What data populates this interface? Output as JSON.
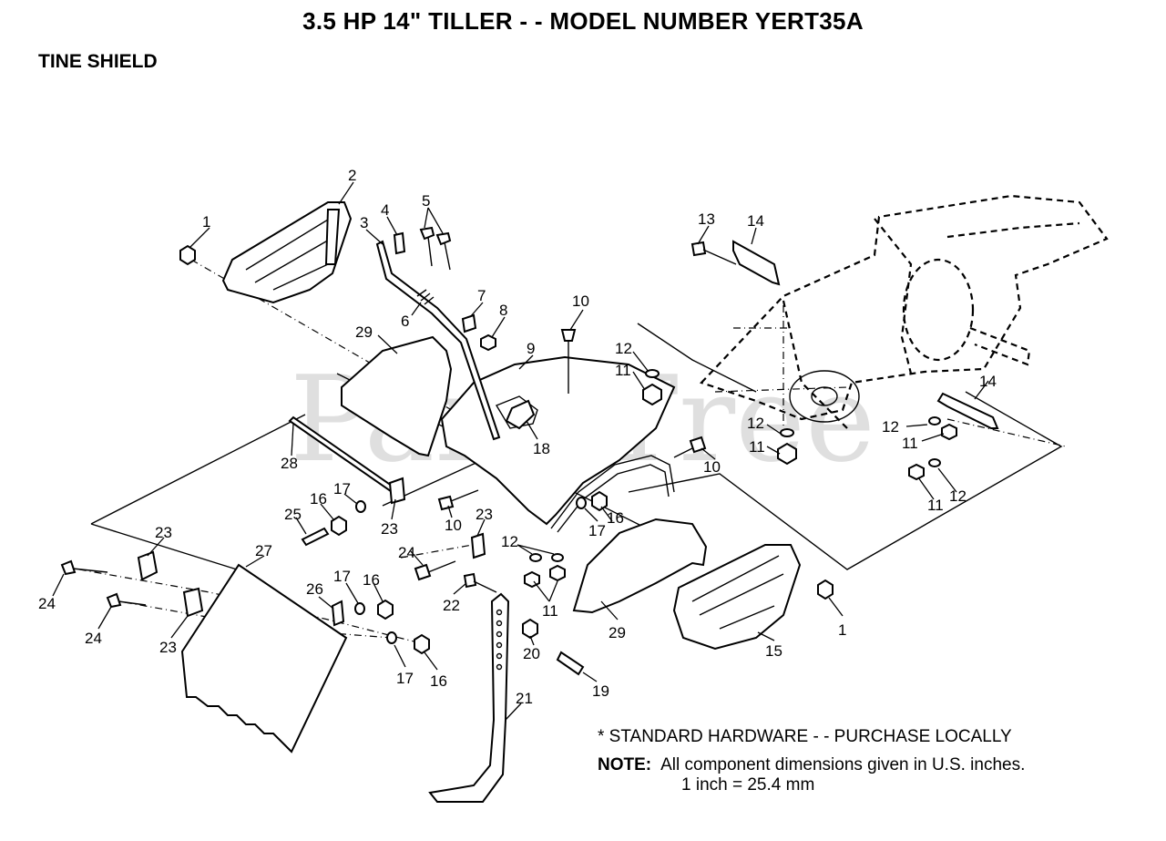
{
  "title": "3.5 HP 14\" TILLER - - MODEL NUMBER YERT35A",
  "section": "TINE SHIELD",
  "watermark": "PartsTree",
  "footnote": "* STANDARD HARDWARE - - PURCHASE LOCALLY",
  "note": {
    "label": "NOTE:",
    "text": "All component dimensions given in U.S. inches.",
    "conversion": "1 inch = 25.4 mm"
  },
  "callouts": [
    {
      "n": "1"
    },
    {
      "n": "2"
    },
    {
      "n": "3"
    },
    {
      "n": "4"
    },
    {
      "n": "5"
    },
    {
      "n": "6"
    },
    {
      "n": "7"
    },
    {
      "n": "8"
    },
    {
      "n": "9"
    },
    {
      "n": "10"
    },
    {
      "n": "13"
    },
    {
      "n": "14"
    },
    {
      "n": "12"
    },
    {
      "n": "11"
    },
    {
      "n": "29"
    },
    {
      "n": "18"
    },
    {
      "n": "12"
    },
    {
      "n": "11"
    },
    {
      "n": "14"
    },
    {
      "n": "12"
    },
    {
      "n": "11"
    },
    {
      "n": "10"
    },
    {
      "n": "11"
    },
    {
      "n": "12"
    },
    {
      "n": "28"
    },
    {
      "n": "17"
    },
    {
      "n": "16"
    },
    {
      "n": "25"
    },
    {
      "n": "23"
    },
    {
      "n": "10"
    },
    {
      "n": "23"
    },
    {
      "n": "16"
    },
    {
      "n": "17"
    },
    {
      "n": "23"
    },
    {
      "n": "24"
    },
    {
      "n": "27"
    },
    {
      "n": "12"
    },
    {
      "n": "17"
    },
    {
      "n": "16"
    },
    {
      "n": "26"
    },
    {
      "n": "11"
    },
    {
      "n": "22"
    },
    {
      "n": "24"
    },
    {
      "n": "24"
    },
    {
      "n": "23"
    },
    {
      "n": "29"
    },
    {
      "n": "1"
    },
    {
      "n": "15"
    },
    {
      "n": "20"
    },
    {
      "n": "17"
    },
    {
      "n": "16"
    },
    {
      "n": "19"
    },
    {
      "n": "21"
    }
  ]
}
